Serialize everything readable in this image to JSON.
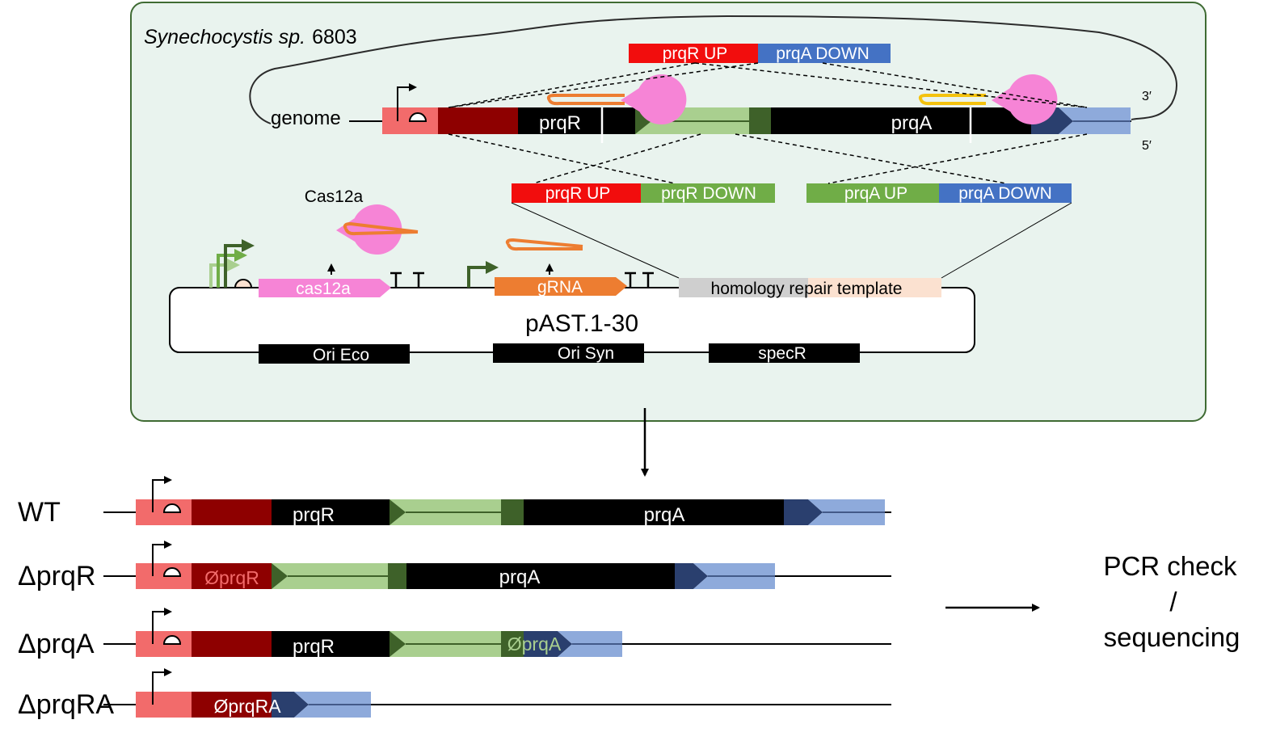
{
  "panel": {
    "organism": "Synechocystis sp.",
    "strain": "6803",
    "genome_label": "genome",
    "strand_3": "3′",
    "strand_5": "5′"
  },
  "genes": {
    "prqR": "prqR",
    "prqA": "prqA"
  },
  "templates": {
    "prqA_cut": {
      "up": "prqR UP",
      "down": "prqA DOWN"
    },
    "prqR_ko": {
      "up": "prqR UP",
      "down": "prqR DOWN"
    },
    "prqA_ko": {
      "up": "prqA UP",
      "down": "prqA DOWN"
    }
  },
  "plasmid": {
    "name": "pAST.1-30",
    "cas_protein": "Cas12a",
    "cas_gene": "cas12a",
    "guide": "gRNA",
    "terminator": "T",
    "hrt": "homology repair template",
    "ori_eco": "Ori Eco",
    "ori_syn": "Ori Syn",
    "marker": "specR"
  },
  "strains": {
    "wt": "WT",
    "dprqR": "ΔprqR",
    "dprqA": "ΔprqA",
    "dprqRA": "ΔprqRA"
  },
  "deletions": {
    "prqR": "ØprqR",
    "prqA": "ØprqA",
    "prqRA": "ØprqRA"
  },
  "outcome": {
    "line1": "PCR check",
    "line2": "/",
    "line3": "sequencing"
  },
  "colors": {
    "panel_bg": "#e9f3ee",
    "panel_border": "#3f6b33",
    "promoter_red": "#f26b6b",
    "dark_red": "#8e0000",
    "light_green": "#a9cf8f",
    "dark_green": "#3e6129",
    "dark_blue": "#2a3f6e",
    "light_blue": "#8eaadb",
    "bright_red": "#f20d0d",
    "blue": "#4472c4",
    "green": "#70ad47",
    "pink": "#f684d6",
    "orange": "#ed7d31",
    "yellow": "#f4c20d",
    "gray": "#cfcfcf",
    "peach": "#fbe1d0"
  }
}
